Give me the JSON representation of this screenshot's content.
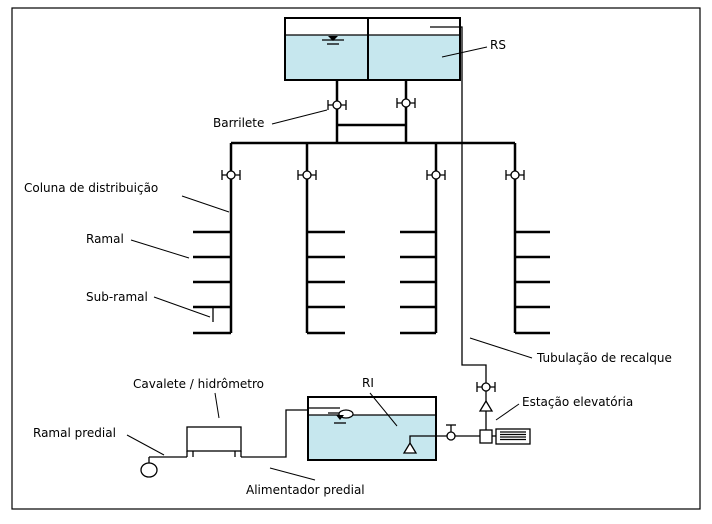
{
  "labels": {
    "rs": "RS",
    "barrilete": "Barrilete",
    "coluna": "Coluna de distribuição",
    "ramal": "Ramal",
    "sub_ramal": "Sub-ramal",
    "tubulacao": "Tubulação de recalque",
    "cavalete": "Cavalete / hidrômetro",
    "ri": "RI",
    "estacao": "Estação elevatória",
    "ramal_predial": "Ramal predial",
    "alimentador": "Alimentador predial"
  },
  "colors": {
    "water": "#c6e7ee",
    "line": "#000000"
  }
}
